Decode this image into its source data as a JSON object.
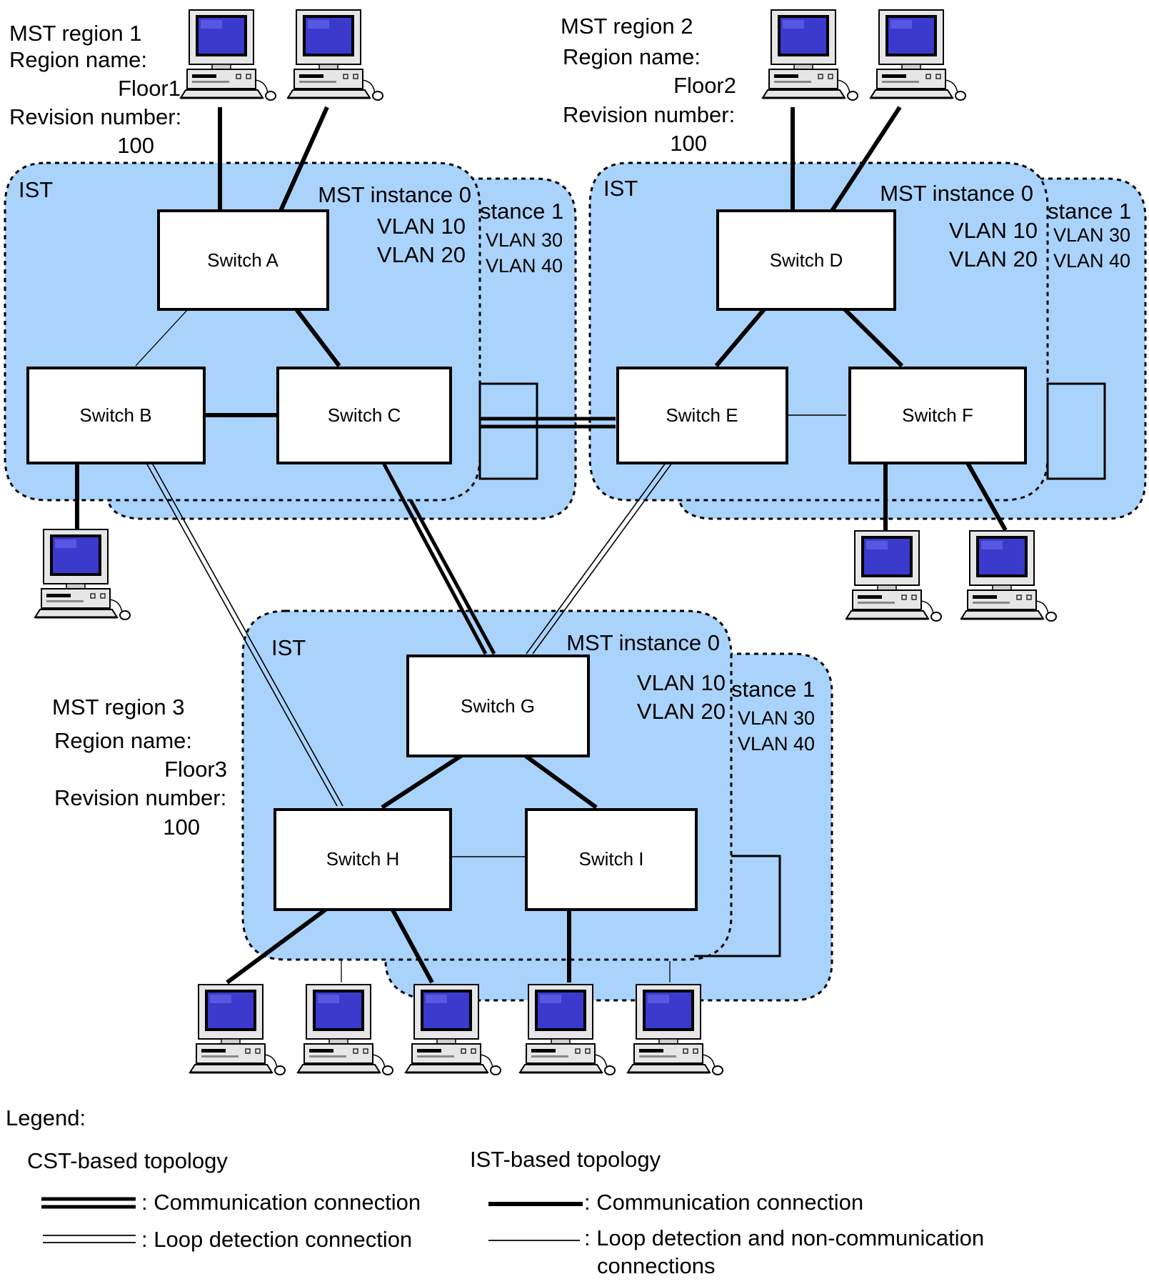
{
  "regions": [
    {
      "id": "r1",
      "title": "MST region 1",
      "name_label": "Region name:",
      "name": "Floor1",
      "revision_label": "Revision number:",
      "revision": "100",
      "ist": "IST",
      "inst0": "MST instance 0",
      "inst0_vlans": [
        "VLAN 10",
        "VLAN 20"
      ],
      "inst1": "stance 1",
      "inst1_vlans": [
        "VLAN 30",
        "VLAN 40"
      ]
    },
    {
      "id": "r2",
      "title": "MST region 2",
      "name_label": "Region name:",
      "name": "Floor2",
      "revision_label": "Revision number:",
      "revision": "100",
      "ist": "IST",
      "inst0": "MST instance 0",
      "inst0_vlans": [
        "VLAN 10",
        "VLAN 20"
      ],
      "inst1": "stance 1",
      "inst1_vlans": [
        "VLAN 30",
        "VLAN 40"
      ]
    },
    {
      "id": "r3",
      "title": "MST region 3",
      "name_label": "Region name:",
      "name": "Floor3",
      "revision_label": "Revision number:",
      "revision": "100",
      "ist": "IST",
      "inst0": "MST instance 0",
      "inst0_vlans": [
        "VLAN 10",
        "VLAN 20"
      ],
      "inst1": "stance 1",
      "inst1_vlans": [
        "VLAN 30",
        "VLAN 40"
      ]
    }
  ],
  "switches": [
    {
      "id": "A",
      "label": "Switch A"
    },
    {
      "id": "B",
      "label": "Switch B"
    },
    {
      "id": "C",
      "label": "Switch C"
    },
    {
      "id": "D",
      "label": "Switch D"
    },
    {
      "id": "E",
      "label": "Switch E"
    },
    {
      "id": "F",
      "label": "Switch F"
    },
    {
      "id": "G",
      "label": "Switch G"
    },
    {
      "id": "H",
      "label": "Switch H"
    },
    {
      "id": "I",
      "label": "Switch I"
    }
  ],
  "connections": [
    {
      "from": "B",
      "to": "C",
      "type": "ist-communication"
    },
    {
      "from": "A",
      "to": "C",
      "type": "ist-communication"
    },
    {
      "from": "A",
      "to": "B",
      "type": "ist-loop"
    },
    {
      "from": "D",
      "to": "E",
      "type": "ist-communication"
    },
    {
      "from": "D",
      "to": "F",
      "type": "ist-communication"
    },
    {
      "from": "E",
      "to": "F",
      "type": "ist-loop"
    },
    {
      "from": "G",
      "to": "H",
      "type": "ist-communication"
    },
    {
      "from": "G",
      "to": "I",
      "type": "ist-communication"
    },
    {
      "from": "H",
      "to": "I",
      "type": "ist-loop"
    },
    {
      "from": "C",
      "to": "E",
      "type": "cst-communication"
    },
    {
      "from": "C",
      "to": "G",
      "type": "cst-communication"
    },
    {
      "from": "B",
      "to": "H",
      "type": "cst-loop"
    },
    {
      "from": "E",
      "to": "G",
      "type": "cst-loop"
    }
  ],
  "legend": {
    "title": "Legend:",
    "cst_heading": "CST-based topology",
    "ist_heading": "IST-based topology",
    "cst_comm": ": Communication connection",
    "cst_loop": ": Loop detection connection",
    "ist_comm": ": Communication connection",
    "ist_loop_line1": ": Loop detection and non-communication",
    "ist_loop_line2": "connections"
  },
  "colors": {
    "region_fill": "#aad3fb",
    "monitor_screen": "#3a3acd",
    "monitor_body": "#e6e6e6",
    "line": "#000000"
  },
  "icons": [
    "computer-icon"
  ]
}
